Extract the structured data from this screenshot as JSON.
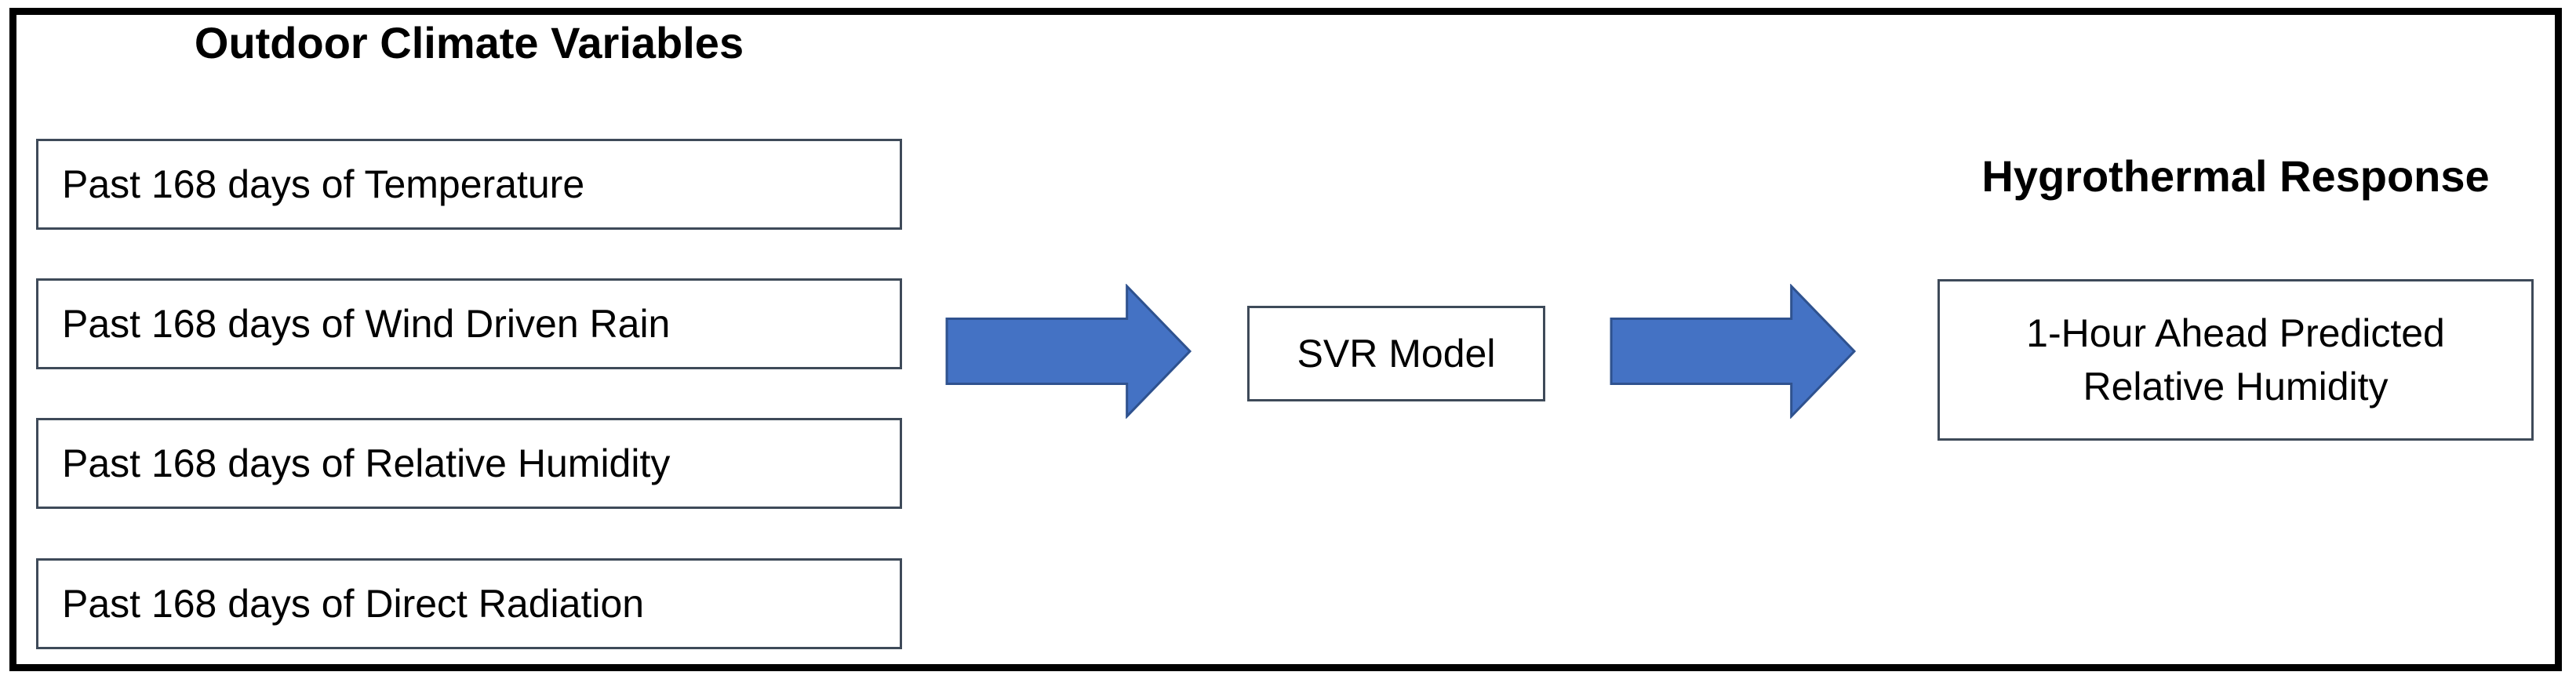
{
  "colors": {
    "arrow_fill": "#4472C4",
    "arrow_stroke": "#2F528F",
    "node_border": "#3E4A59",
    "frame_border": "#000000",
    "text": "#000000"
  },
  "diagram": {
    "inputs": {
      "title": "Outdoor Climate Variables",
      "boxes": [
        "Past 168 days of Temperature",
        "Past 168 days of Wind Driven Rain",
        "Past 168 days of Relative Humidity",
        "Past 168 days of Direct Radiation"
      ]
    },
    "model": {
      "label": "SVR Model"
    },
    "output": {
      "title": "Hygrothermal Response",
      "box_line1": "1-Hour Ahead Predicted",
      "box_line2": "Relative Humidity"
    }
  }
}
